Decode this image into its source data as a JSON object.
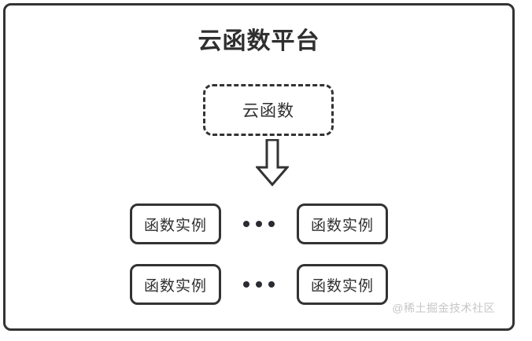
{
  "diagram": {
    "title": "云函数平台",
    "root_node": {
      "label": "云函数",
      "border_style": "dashed"
    },
    "arrow": {
      "icon": "down-block-arrow",
      "direction": "down"
    },
    "instance_rows": [
      {
        "left": {
          "label": "函数实例"
        },
        "separator": "...",
        "right": {
          "label": "函数实例"
        }
      },
      {
        "left": {
          "label": "函数实例"
        },
        "separator": "...",
        "right": {
          "label": "函数实例"
        }
      }
    ],
    "watermark": "@稀土掘金技术社区",
    "colors": {
      "stroke": "#333333",
      "text": "#2f2f2f",
      "background": "#ffffff",
      "watermark": "#c6c6c6",
      "dot": "#2b2b33"
    }
  }
}
